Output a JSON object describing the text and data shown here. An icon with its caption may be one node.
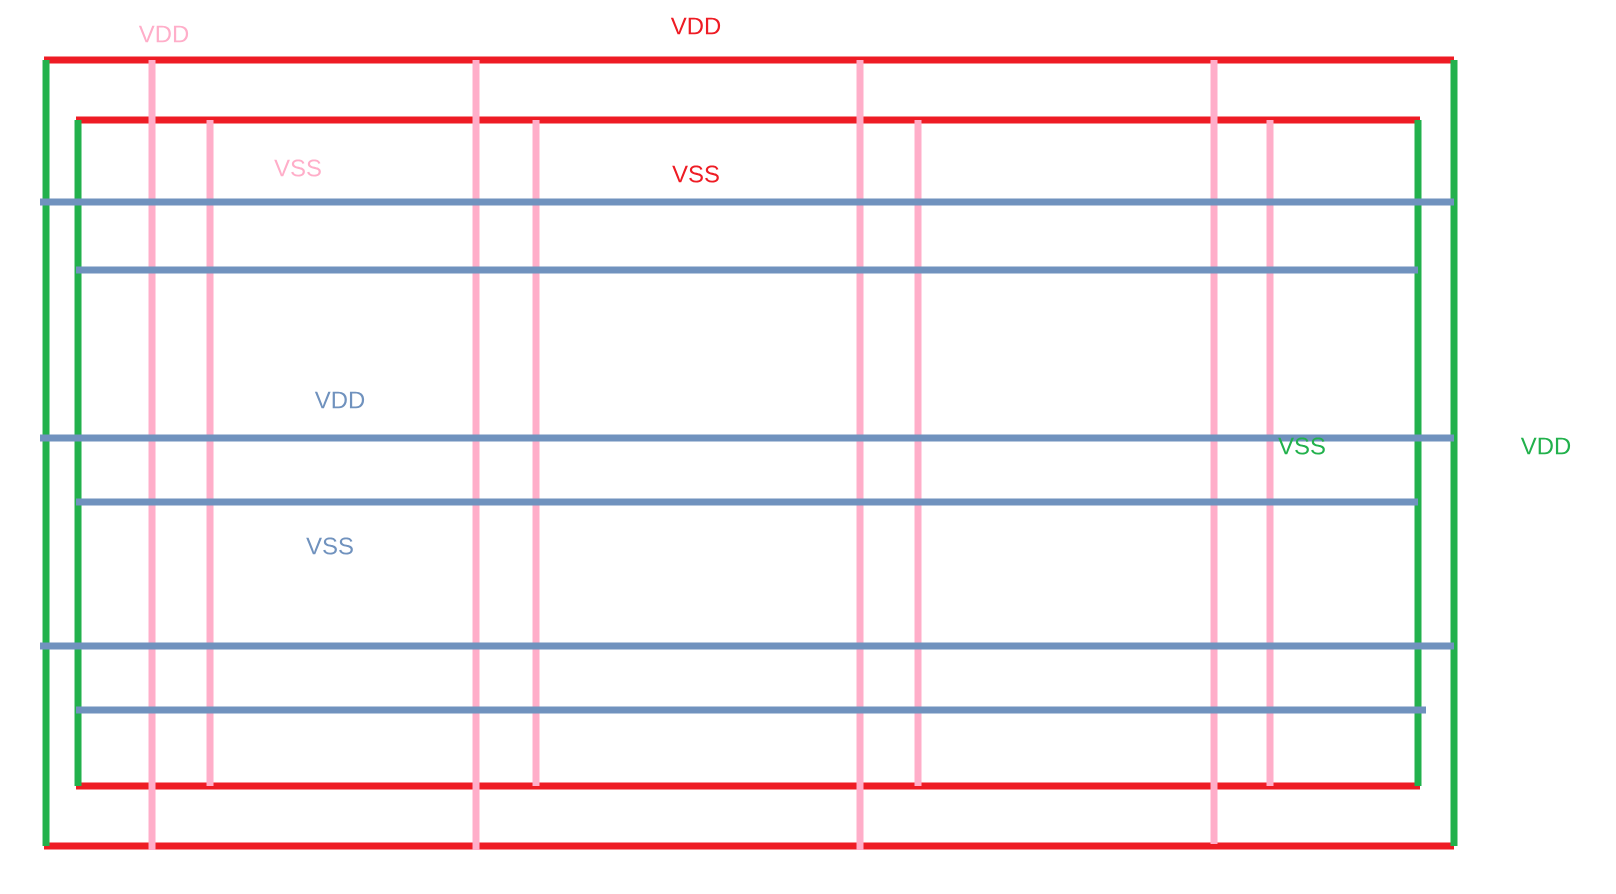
{
  "diagram": {
    "labels": [
      "VDD",
      "VDD",
      "VSS",
      "VSS",
      "VDD",
      "VSS",
      "VDD",
      "VSS"
    ]
  }
}
